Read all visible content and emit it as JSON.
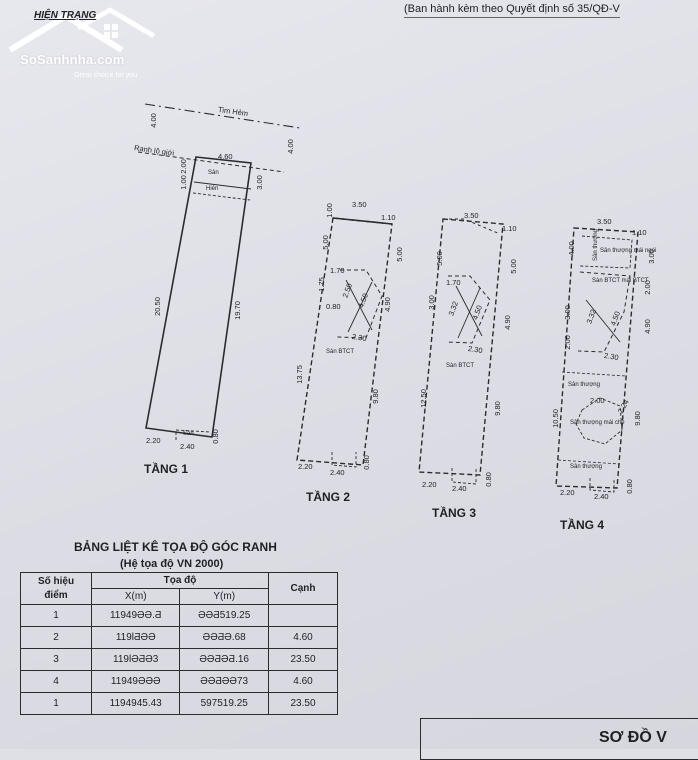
{
  "header": {
    "title": "HIỆN TRẠNG",
    "note": "(Ban hành kèm theo Quyết định số 35/QĐ-V"
  },
  "logo": {
    "name": "SoSanhnha.com",
    "tagline": "Great choice for you"
  },
  "plan": {
    "street_label": "Tim Hẻm",
    "boundary_label": "Ranh lộ giới",
    "dims": {
      "street_w_left": "4.00",
      "street_w_right": "4.00",
      "boundary_100": "1.00",
      "boundary_200": "2.00",
      "front_width": "4.60",
      "right_setback": "3.00",
      "f1_left": "20.50",
      "f1_right": "19.70",
      "f1_bot_left": "2.20",
      "f1_bot_right": "2.40",
      "f1_bot_side": "0.80"
    },
    "f1_labels": {
      "san": "Sân",
      "hien": "Hiên",
      "san_bot": "Sân"
    }
  },
  "floor2": {
    "top_w": "3.50",
    "top_r": "1.10",
    "left_top": "1.00",
    "left_mid": "5.00",
    "right_top": "5.00",
    "stair_w": "1.70",
    "stair_a": "1.75",
    "stair_b": "2.50",
    "stair_c": "0.80",
    "stair_d": "4.50",
    "stair_e": "4.90",
    "stair_f": "2.30",
    "left_long": "13.75",
    "right_long": "9.80",
    "bot_l": "2.20",
    "bot_r": "2.40",
    "bot_side": "0.80",
    "san": "Sàn BTCT"
  },
  "floor3": {
    "top_w": "3.50",
    "top_r": "1.10",
    "left_top": "5.00",
    "right_top": "5.00",
    "stair_w": "1.70",
    "stair_a": "3.00",
    "stair_b": "3.32",
    "stair_d": "4.50",
    "stair_e": "4.90",
    "stair_f": "2.30",
    "left_long": "12.50",
    "right_long": "9.80",
    "bot_l": "2.20",
    "bot_r": "2.40",
    "bot_side": "0.80",
    "san": "Sàn BTCT"
  },
  "floor4": {
    "top_w": "3.50",
    "top_r": "1.10",
    "left_top": "4.00",
    "right_top": "3.00",
    "roof_tile": "Sân thượng mái ngói",
    "stairs_small": "Sân thượng",
    "btct": "Sàn BTCT mái BTCT",
    "right_2": "2.00",
    "stair_a": "3.00",
    "stair_b": "3.32",
    "stair_d": "4.50",
    "stair_e": "4.90",
    "left_2": "2.00",
    "stair_f": "2.30",
    "terrace_1": "Sân thượng",
    "oct_top": "2.00",
    "oct_r": "2.24",
    "left_long": "10.50",
    "right_long": "9.80",
    "covered": "Sân thượng mái che",
    "terrace_2": "Sân thượng",
    "bot_l": "2.20",
    "bot_r": "2.40",
    "bot_side": "0.80"
  },
  "floor_labels": [
    "TẦNG 1",
    "TẦNG 2",
    "TẦNG 3",
    "TẦNG 4"
  ],
  "coord_table": {
    "title": "BẢNG LIỆT KÊ TỌA ĐỘ GÓC RANH",
    "subtitle": "(Hệ tọa độ VN 2000)",
    "headers": {
      "so_hieu": "Số hiệu",
      "diem": "điểm",
      "toa_do": "Tọa độ",
      "x": "X(m)",
      "y": "Y(m)",
      "canh": "Cạnh"
    },
    "rows": [
      {
        "id": "1",
        "x": "11949ƏƏ.Ƌ",
        "y": "ƏƏƋ519.25",
        "edge": ""
      },
      {
        "id": "2",
        "x": "119ƖƋƏƏ",
        "y": "ƏƏƋƏ.68",
        "edge": "4.60"
      },
      {
        "id": "3",
        "x": "119ƖƏƋƏ3",
        "y": "ƏƏƋƏƋ.16",
        "edge": "23.50"
      },
      {
        "id": "4",
        "x": "11949ƏƏƏ",
        "y": "ƏƏƋƏƏ73",
        "edge": "4.60"
      },
      {
        "id": "1",
        "x": "1194945.43",
        "y": "597519.25",
        "edge": "23.50"
      }
    ]
  },
  "footer_box": {
    "label": "SƠ ĐỒ V"
  },
  "colors": {
    "paper": "#dfe0e6",
    "ink": "#1f2024",
    "logo": "#ffffff"
  }
}
